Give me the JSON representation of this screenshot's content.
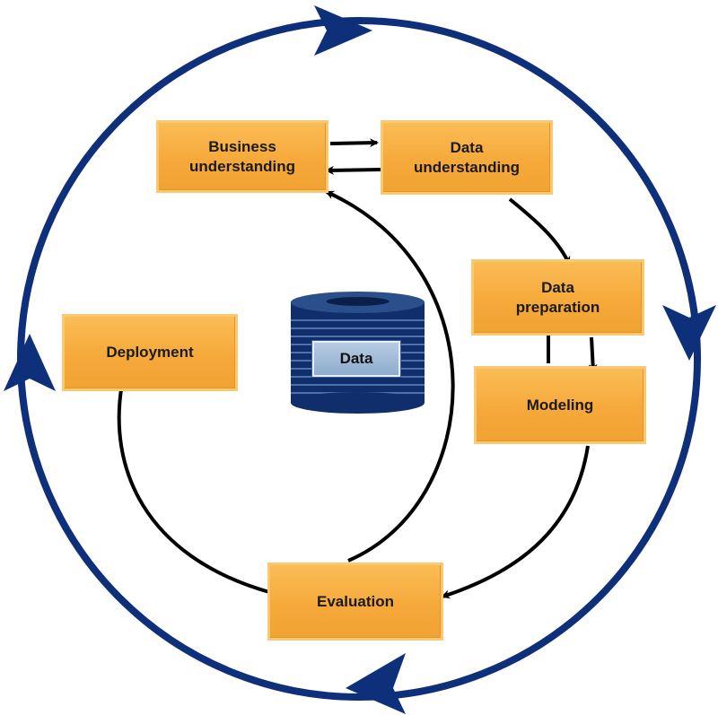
{
  "colors": {
    "outer_cycle": "#0e2f7a",
    "inner_arrows": "#000000",
    "phase_fill": "#f6a93a",
    "data_store": "#0f2e6b"
  },
  "phases": {
    "business": "Business\nunderstanding",
    "data_understanding": "Data\nunderstanding",
    "data_preparation": "Data\npreparation",
    "modeling": "Modeling",
    "evaluation": "Evaluation",
    "deployment": "Deployment"
  },
  "center": {
    "data_label": "Data",
    "icon": "database-icon"
  }
}
